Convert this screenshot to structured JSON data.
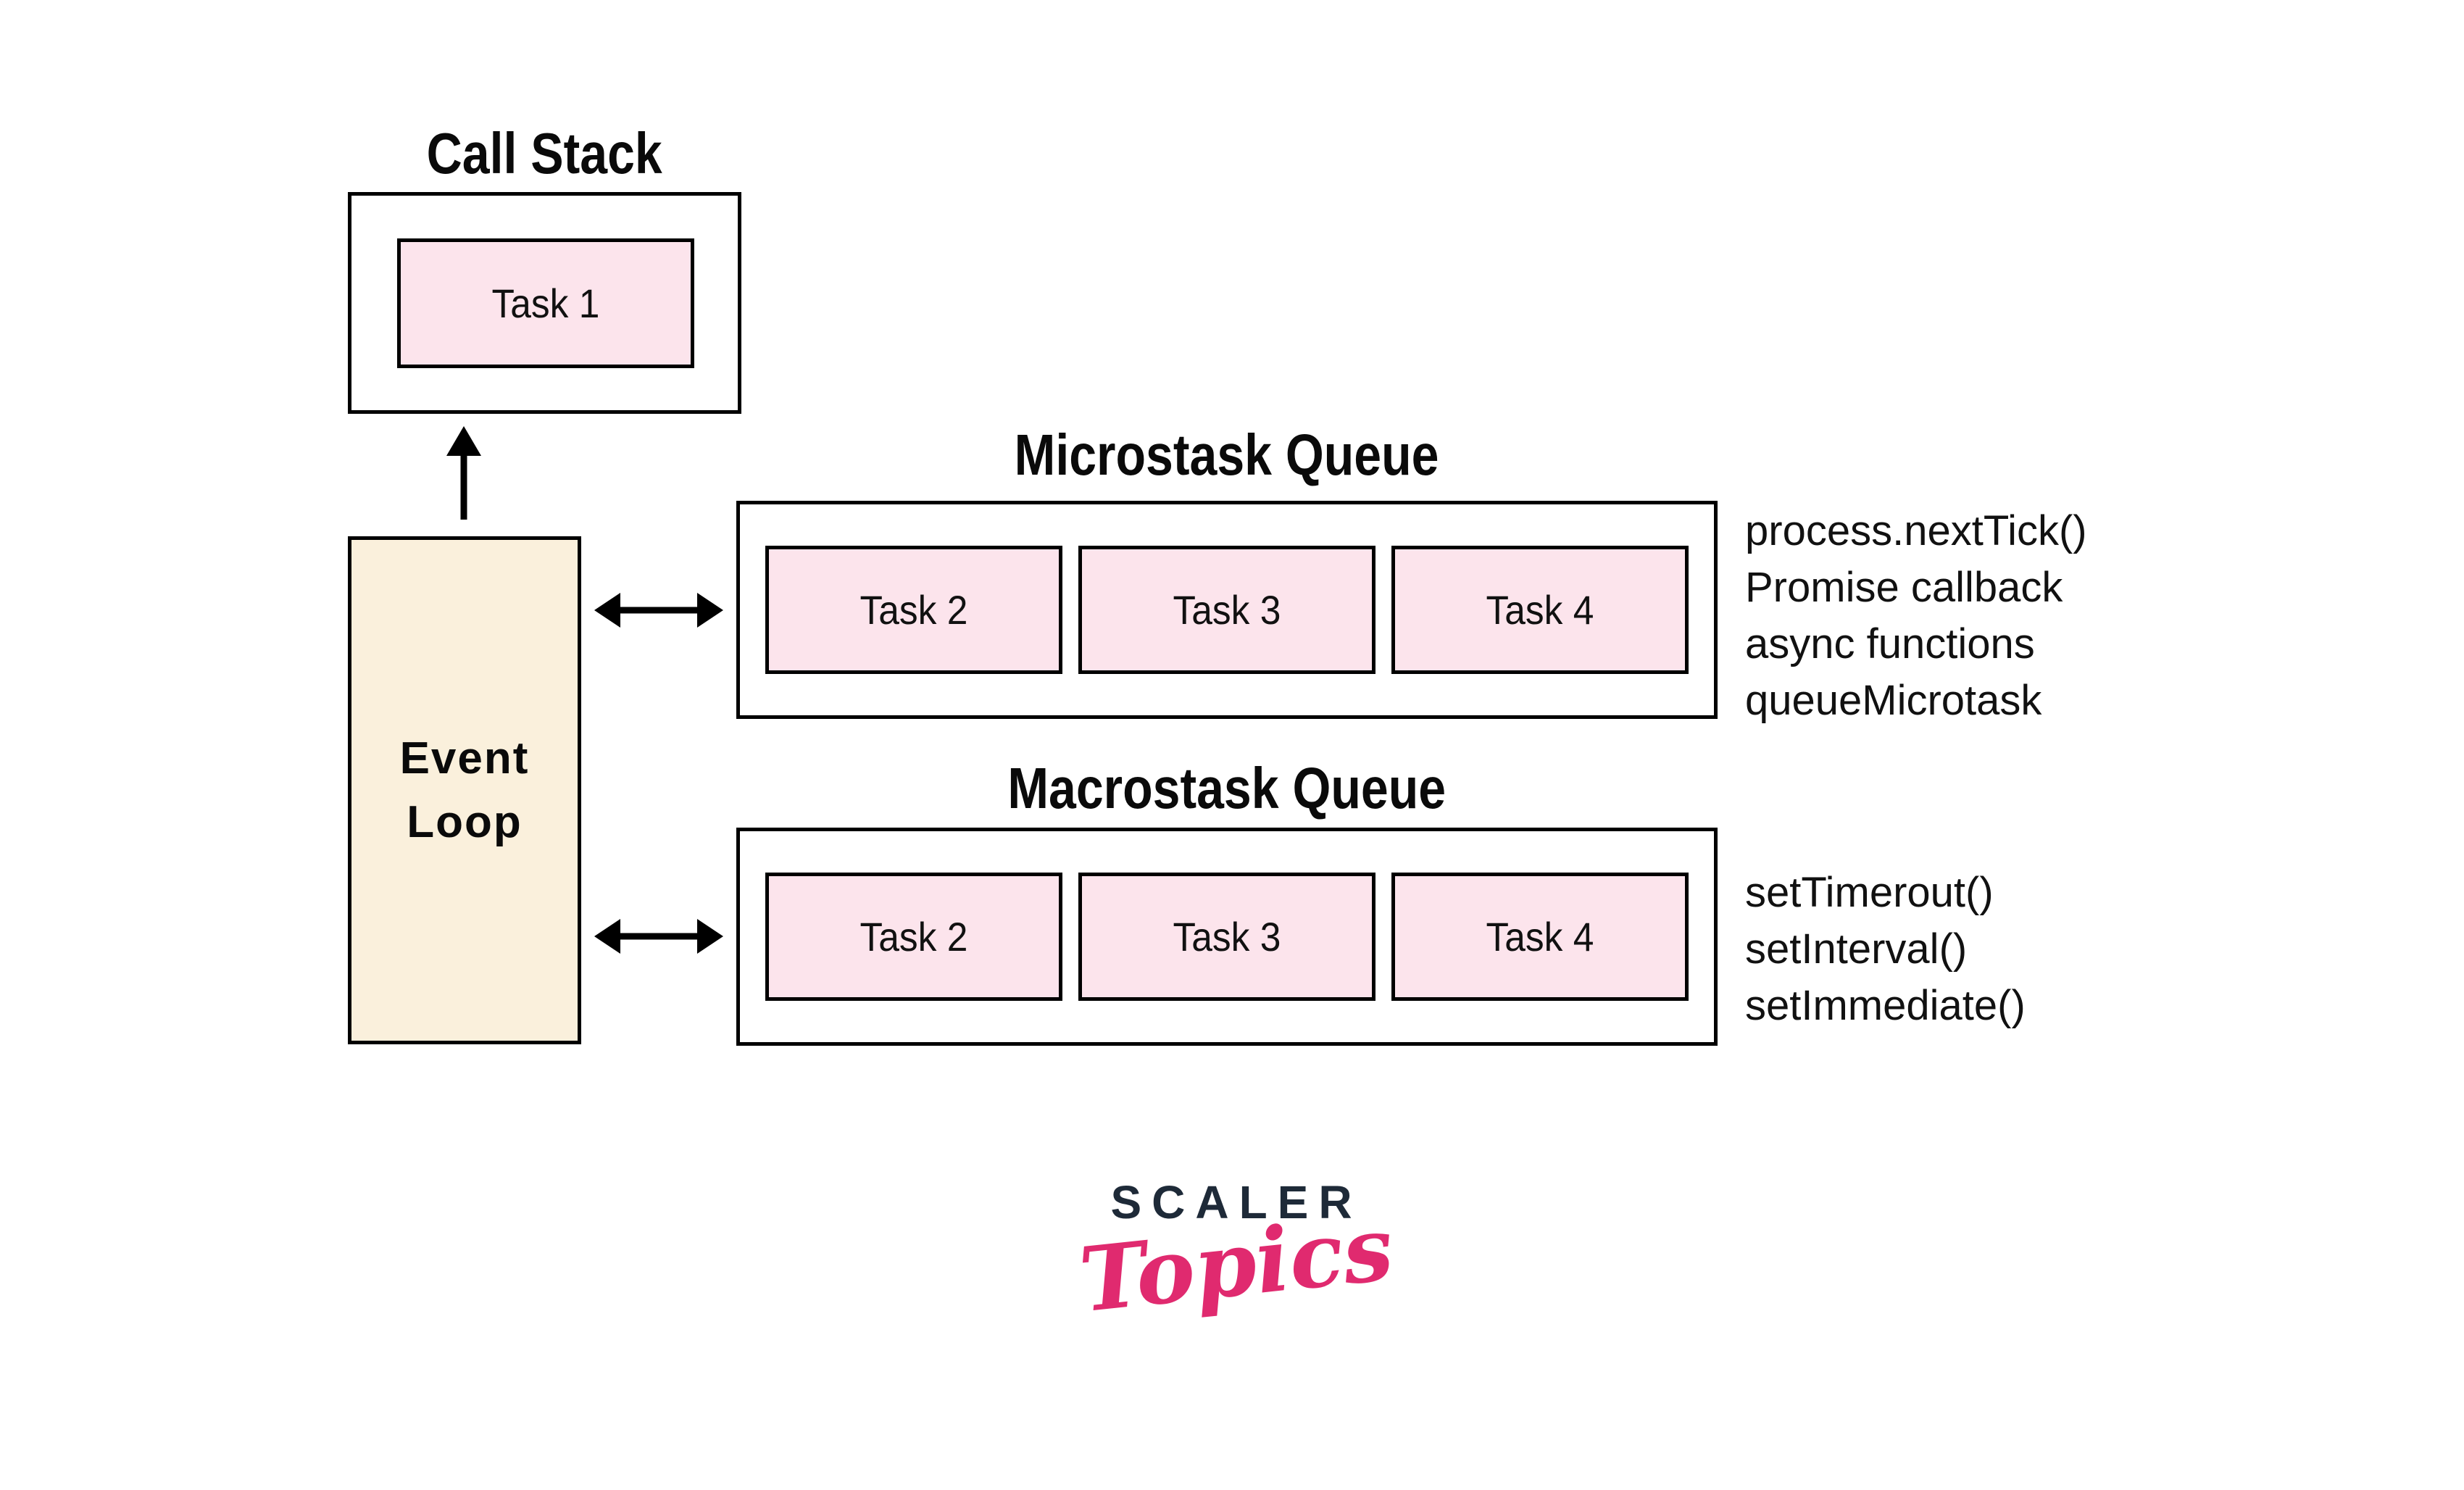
{
  "call_stack": {
    "title": "Call Stack",
    "tasks": [
      "Task 1"
    ]
  },
  "event_loop": {
    "label_line1": "Event",
    "label_line2": "Loop"
  },
  "microtask_queue": {
    "title": "Microstask Queue",
    "tasks": [
      "Task 2",
      "Task 3",
      "Task 4"
    ],
    "sources": [
      "process.nextTick()",
      "Promise callback",
      "async functions",
      "queueMicrotask"
    ]
  },
  "macrotask_queue": {
    "title": "Macrostask Queue",
    "tasks": [
      "Task 2",
      "Task 3",
      "Task 4"
    ],
    "sources": [
      "setTimerout()",
      "setInterval()",
      "setImmediate()"
    ]
  },
  "logo": {
    "brand": "SCALER",
    "sub": "Topics"
  },
  "colors": {
    "task_fill": "#fce4ec",
    "event_loop_fill": "#faf0dc",
    "outline": "#000000",
    "logo_navy": "#1e2a38",
    "logo_pink": "#e02a6f"
  }
}
